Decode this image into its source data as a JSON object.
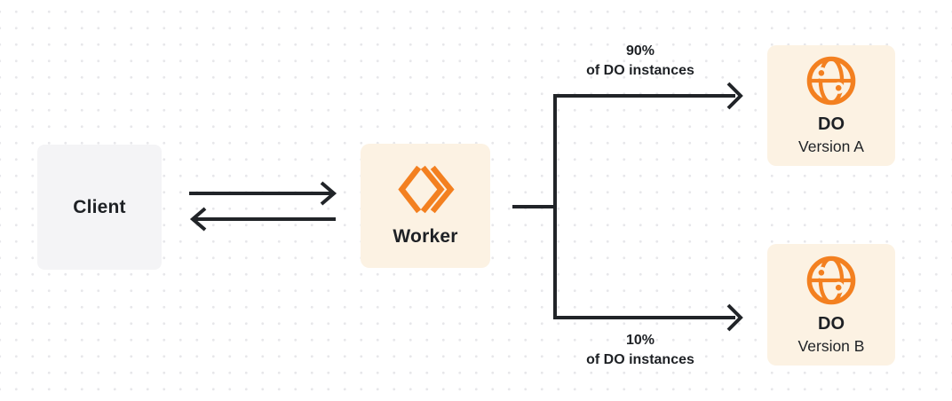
{
  "colors": {
    "canvas_bg": "#ffffff",
    "dot": "#e7e7ea",
    "box_gray": "#f4f4f6",
    "box_cream": "#fcf2e3",
    "accent_orange": "#f38020",
    "line_dark": "#212428",
    "text_dark": "#1e2125"
  },
  "nodes": {
    "client": {
      "label": "Client"
    },
    "worker": {
      "label": "Worker",
      "icon": "cloudflare-workers-icon"
    },
    "do_version_a": {
      "title": "DO",
      "subtitle": "Version A",
      "icon": "globe-icon"
    },
    "do_version_b": {
      "title": "DO",
      "subtitle": "Version B",
      "icon": "globe-icon"
    }
  },
  "edges": {
    "client_worker": {
      "type": "bidirectional-arrows"
    },
    "split_top": {
      "percent": "90%",
      "caption": "of DO instances"
    },
    "split_bottom": {
      "percent": "10%",
      "caption": "of DO instances"
    }
  }
}
